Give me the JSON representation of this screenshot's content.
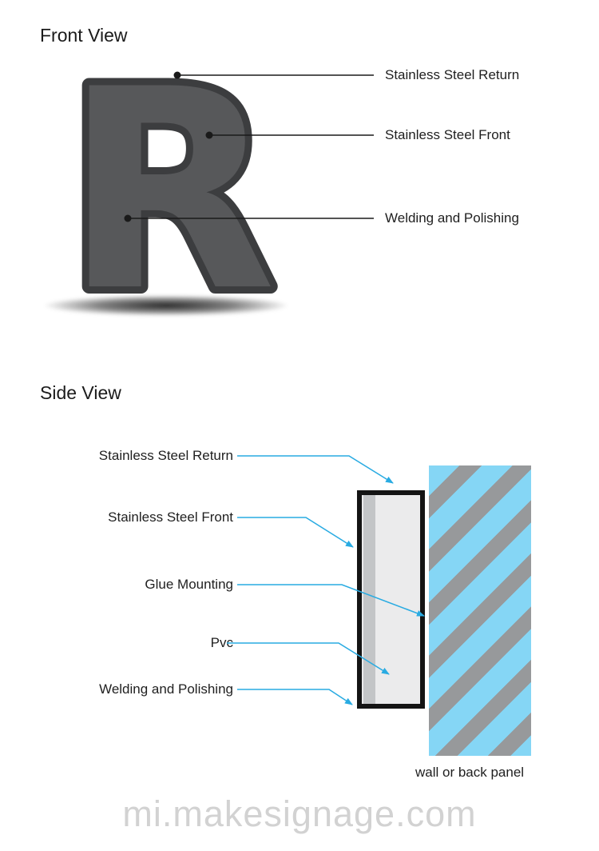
{
  "front_view": {
    "title": "Front View",
    "letter": "R",
    "callouts": [
      {
        "label": "Stainless Steel Return"
      },
      {
        "label": "Stainless Steel Front"
      },
      {
        "label": "Welding and Polishing"
      }
    ]
  },
  "side_view": {
    "title": "Side View",
    "callouts": [
      {
        "label": "Stainless Steel Return"
      },
      {
        "label": "Stainless Steel Front"
      },
      {
        "label": "Glue Mounting"
      },
      {
        "label": "Pvc"
      },
      {
        "label": "Welding and Polishing"
      }
    ],
    "wall_caption": "wall or back panel"
  },
  "watermark": "mi.makesignage.com",
  "colors": {
    "accent_cyan": "#29abe2",
    "letter_front": "#57585a",
    "letter_return": "#3c3d3f",
    "wall_blue": "#85d6f5",
    "wall_stripe_gray": "#97999b",
    "profile_fill": "#ebebec",
    "profile_strip": "#c3c5c7",
    "callout_line": "#1a1a1a",
    "watermark_gray": "#d2d2d2"
  }
}
